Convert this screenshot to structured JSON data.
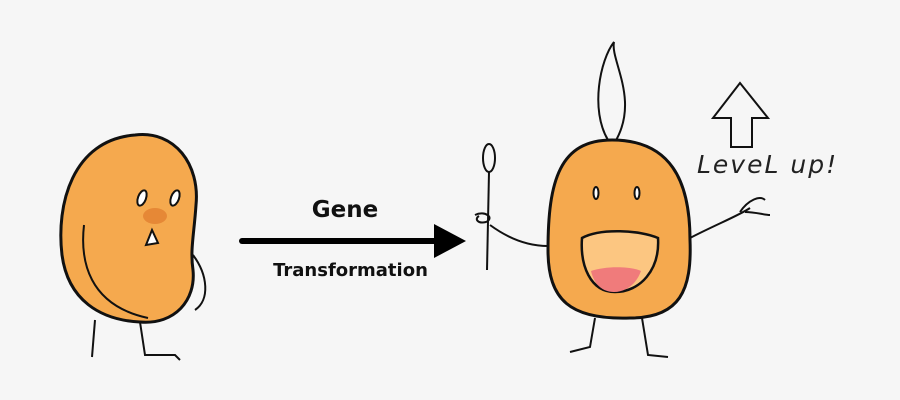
{
  "arrow": {
    "top_label": "Gene",
    "bottom_label": "Transformation"
  },
  "annotation": {
    "text": "LeveL up!",
    "icon": "up-arrow-outline-icon"
  },
  "characters": [
    {
      "name": "plain-bean",
      "body_color": "#f5a94e",
      "expression": "surprised"
    },
    {
      "name": "leveled-up-bean",
      "body_color": "#f5a94e",
      "mouth_color": "#fcc681",
      "tongue_color": "#f07b7b",
      "holds": "spoon"
    }
  ],
  "colors": {
    "background": "#f6f6f6",
    "outline": "#111111",
    "blush": "#e07a2c"
  }
}
